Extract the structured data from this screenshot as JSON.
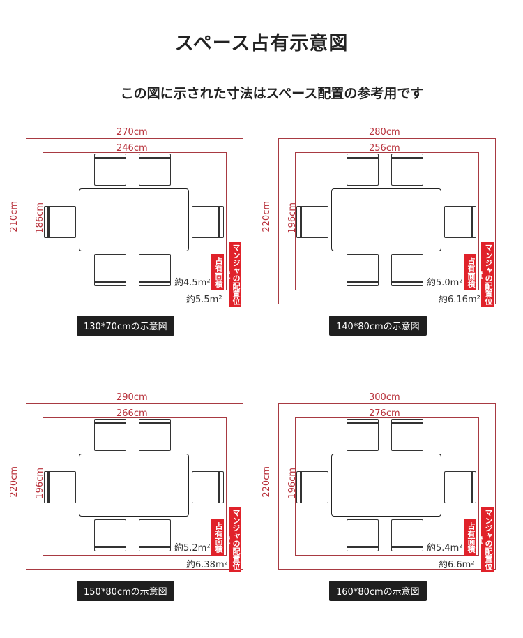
{
  "title": "スペース占有示意図",
  "subtitle": "この図に示された寸法はスペース配置の参考用です",
  "legend": {
    "occupied_area": "占有面積",
    "mahjong_position": "マンジャの配置位置"
  },
  "panels": [
    {
      "outer_width": "270cm",
      "inner_width": "246cm",
      "outer_height": "210cm",
      "inner_height": "186cm",
      "area_inner": "約4.5m²",
      "area_outer": "約5.5m²",
      "caption": "130*70cmの示意図"
    },
    {
      "outer_width": "280cm",
      "inner_width": "256cm",
      "outer_height": "220cm",
      "inner_height": "196cm",
      "area_inner": "約5.0m²",
      "area_outer": "約6.16m²",
      "caption": "140*80cmの示意図"
    },
    {
      "outer_width": "290cm",
      "inner_width": "266cm",
      "outer_height": "220cm",
      "inner_height": "196cm",
      "area_inner": "約5.2m²",
      "area_outer": "約6.38m²",
      "caption": "150*80cmの示意図"
    },
    {
      "outer_width": "300cm",
      "inner_width": "276cm",
      "outer_height": "220cm",
      "inner_height": "196cm",
      "area_inner": "約5.4m²",
      "area_outer": "約6.6m²",
      "caption": "160*80cmの示意図"
    }
  ],
  "colors": {
    "dimension": "#b8313b",
    "tag": "#e0222a",
    "caption_bg": "#1f1f1f"
  }
}
